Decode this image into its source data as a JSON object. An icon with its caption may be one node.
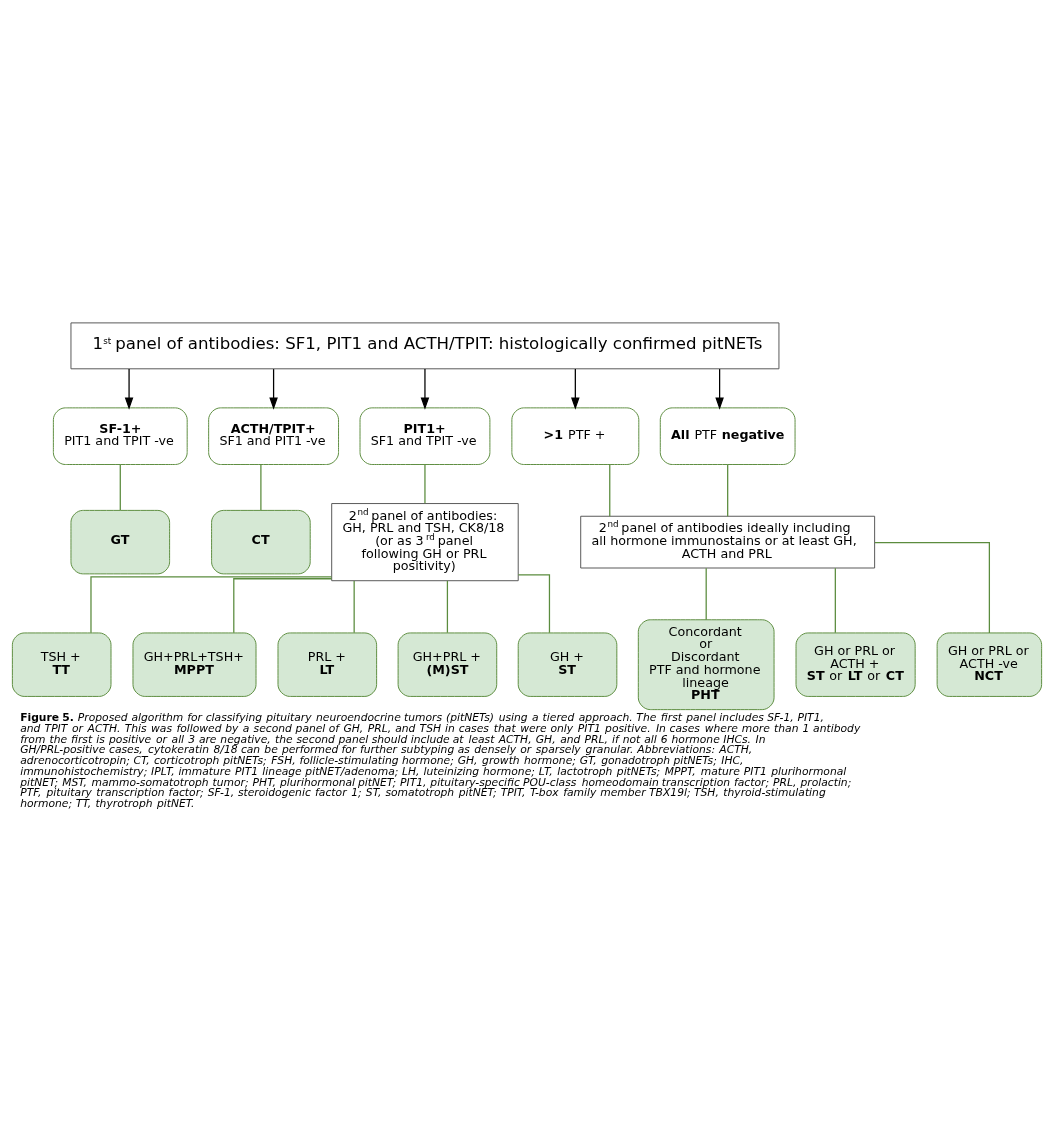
{
  "diagram": {
    "caption": "**Figure 5.** *Proposed algorithm for classifying pituitary neuroendocrine tumors (pitNETs) using a tiered approach. The first panel includes SF-1, PIT1, and TPIT or ACTH. This was followed by a second panel of GH, PRL, and TSH in cases that were only PIT1 positive. In cases where more than 1 antibody from the first is positive or all 3 are negative, the second panel should include at least ACTH, GH, and PRL, if not all 6 hormone IHCs. In GH/PRL-positive cases, cytokeratin 8/18 can be performed for further subtyping as densely or sparsely granular. Abbreviations: ACTH, adrenocorticotropin; CT, corticotroph pitNETs; FSH, follicle-stimulating hormone; GH, growth hormone; GT, gonadotroph pitNETs; IHC, immunohistochemistry; IPLT, immature PIT1 lineage pitNET/adenoma; LH, luteinizing hormone; LT, lactotroph pitNETs; MPPT, mature PIT1 plurihormonal pitNET; MST, mammo-somatotroph tumor; PHT, plurihormonal pitNET; PIT1, pituitary-specific POU-class homeodomain transcription factor; PRL, prolactin; PTF, pituitary transcription factor; SF-1, steroidogenic factor 1; ST, somatotroph pitNET; TPIT, T-box family member TBX19l; TSH, thyroid-stimulating hormone; TT, thyrotroph pitNET.*",
    "nodes": [
      {
        "text": [
          "1$^{st}$ panel of antibodies: SF1, PIT1 and ACTH/TPIT: histologically confirmed pitNETs"
        ]
      },
      {
        "text": [
          "SF-1+",
          "PIT1 and TPIT -ve"
        ]
      },
      {
        "text": [
          "ACTH/TPIT+",
          "SF1 and PIT1 -ve"
        ]
      },
      {
        "text": [
          "PIT1+",
          "SF1 and TPIT -ve"
        ]
      },
      {
        "text": [
          "**>1** PTF +"
        ]
      },
      {
        "text": [
          "**All** PTF **negative**"
        ]
      },
      {
        "text": [
          "GT"
        ]
      },
      {
        "text": [
          "CT"
        ]
      },
      {
        "text": [
          "2$^{nd}$ panel of antibodies: GH, PRL and TSH, CK8/18 (or as 3$^{rd}$ panel following GH or PRL positivity)"
        ]
      },
      {
        "text": [
          "TSH +",
          "TT"
        ]
      },
      {
        "text": [
          "GH+PRL+TSH+",
          "MPPT"
        ]
      },
      {
        "text": [
          "PRL +",
          "LT"
        ]
      },
      {
        "text": [
          "GH+PRL +",
          "(M)ST"
        ]
      },
      {
        "text": [
          "GH +",
          "ST"
        ]
      },
      {
        "text": [
          "2$^{nd}$ panel of antibodies ideally including all hormone immunostains or at least GH, ACTH and PRL"
        ]
      },
      {
        "text": [
          "Concordant",
          "or",
          "Discordant",
          "PTF and hormone lineage",
          "PHT"
        ]
      },
      {
        "text": [
          "GH or PRL or ACTH +",
          "**ST** or **LT** or **CT**"
        ]
      },
      {
        "text": [
          "GH or PRL or ACTH -ve",
          "NCT"
        ]
      }
    ],
    "edges": [
      {
        "from": 0,
        "to": 1,
        "arrow": "to",
        "color": "#000000"
      },
      {
        "from": 0,
        "to": 2,
        "arrow": "to",
        "color": "#000000"
      },
      {
        "from": 0,
        "to": 3,
        "arrow": "to",
        "color": "#000000"
      },
      {
        "from": 0,
        "to": 4,
        "arrow": "to",
        "color": "#000000"
      },
      {
        "from": 0,
        "to": 5,
        "arrow": "to",
        "color": "#000000"
      },
      {
        "from": 1,
        "to": 6,
        "arrow": "none"
      },
      {
        "from": 2,
        "to": 7,
        "arrow": "none"
      },
      {
        "from": 3,
        "to": 8,
        "arrow": "none"
      },
      {
        "from": 8,
        "to": 9,
        "arrow": "none"
      },
      {
        "from": 8,
        "to": 10,
        "arrow": "none"
      },
      {
        "from": 8,
        "to": 11,
        "arrow": "none"
      },
      {
        "from": 8,
        "to": 12,
        "arrow": "none"
      },
      {
        "from": 8,
        "to": 13,
        "arrow": "none"
      },
      {
        "from": 4,
        "to": 14,
        "arrow": "none"
      },
      {
        "from": 5,
        "to": 14,
        "arrow": "none"
      },
      {
        "from": 14,
        "to": 15,
        "arrow": "none"
      },
      {
        "from": 14,
        "to": 16,
        "arrow": "none"
      },
      {
        "from": 14,
        "to": 17,
        "arrow": "none"
      }
    ]
  }
}
